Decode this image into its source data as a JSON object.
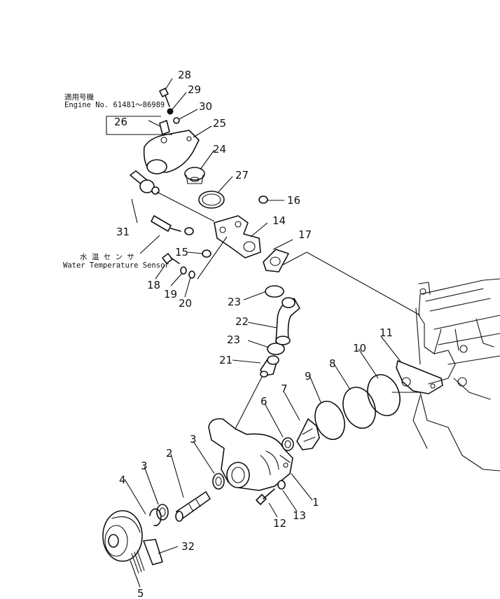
{
  "notes": {
    "engine_range_jp": "適用号機",
    "engine_range": "Engine No. 61481～86989",
    "sensor_jp": "水 温 セ ン サ",
    "sensor": "Water Temperature Sensor"
  },
  "callouts": [
    "1",
    "2",
    "3",
    "3",
    "4",
    "5",
    "6",
    "7",
    "8",
    "9",
    "10",
    "11",
    "12",
    "13",
    "14",
    "15",
    "16",
    "17",
    "18",
    "19",
    "20",
    "21",
    "22",
    "23",
    "23",
    "24",
    "25",
    "26",
    "27",
    "28",
    "29",
    "30",
    "31",
    "32"
  ]
}
